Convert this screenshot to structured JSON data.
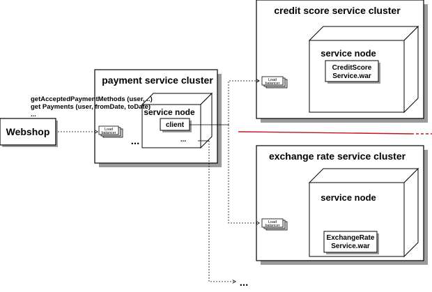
{
  "webshop": {
    "label": "Webshop"
  },
  "calls": {
    "line1": "getAcceptedPaymentMethods (user, ..)",
    "line2": "get Payments (user, fromDate, toDate)",
    "line3": "..."
  },
  "payment_cluster": {
    "title": "payment service cluster",
    "node_title": "service node",
    "client_label": "client",
    "node_dots": "...",
    "more_nodes": "..."
  },
  "credit_cluster": {
    "title": "credit score service cluster",
    "node_title": "service node",
    "war_line1": "CreditScore",
    "war_line2": "Service.war"
  },
  "exchange_cluster": {
    "title": "exchange rate service cluster",
    "node_title": "service node",
    "war_line1": "ExchangeRate",
    "war_line2": "Service.war"
  },
  "load_balancer": {
    "line1": "Load",
    "line2": "balancer"
  },
  "bottom_more": "...",
  "colors": {
    "separator": "#c0141c",
    "shadow": "#9a9a9a",
    "lb_fill": "#d8d8d8"
  }
}
